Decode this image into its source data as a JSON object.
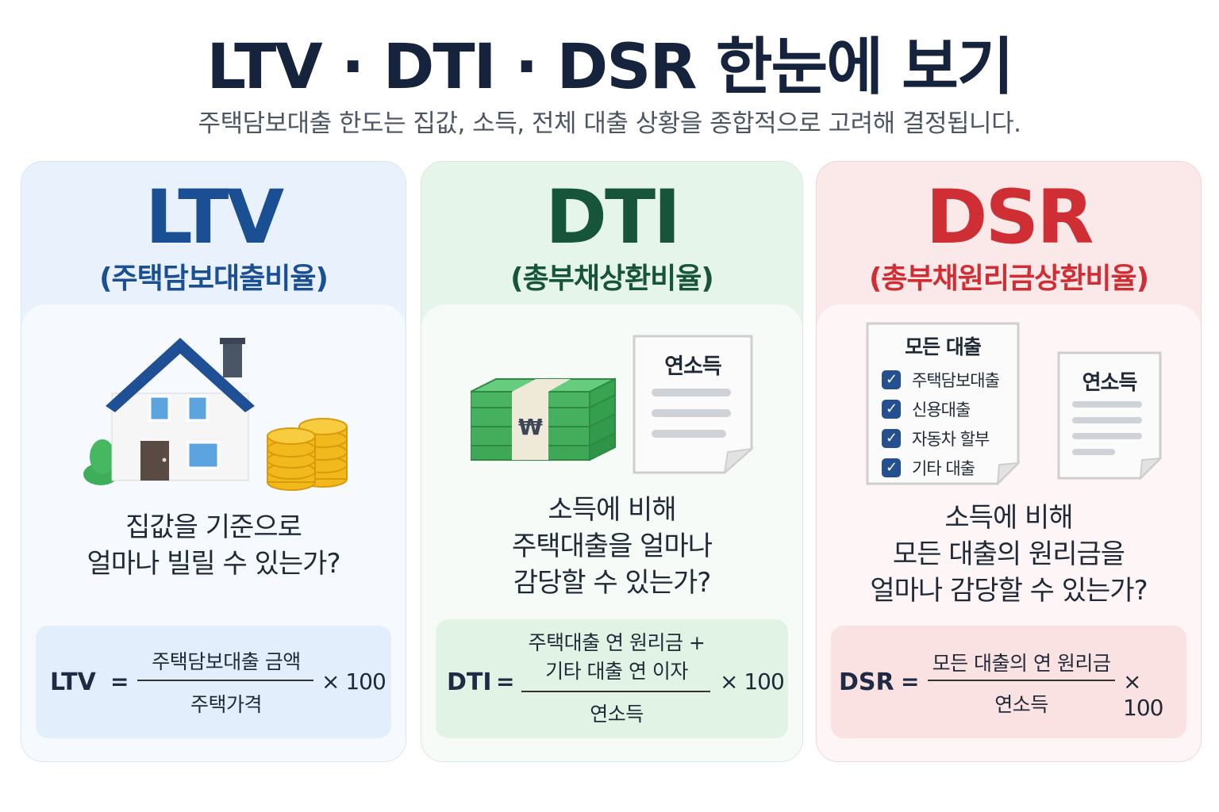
{
  "header": {
    "title": "LTV · DTI · DSR 한눈에 보기",
    "subtitle": "주택담보대출 한도는 집값, 소득, 전체 대출 상황을 종합적으로 고려해 결정됩니다."
  },
  "cards": [
    {
      "key": "ltv",
      "heading": "LTV",
      "subheading": "(주택담보대출비율)",
      "color": "#1a4f93",
      "question": [
        "집값을 기준으로",
        "얼마나 빌릴 수 있는가?"
      ],
      "formula": {
        "lhs": "LTV",
        "eq": "=",
        "numerator": [
          "주택담보대출 금액"
        ],
        "denominator": "주택가격",
        "multiplier": "× 100"
      }
    },
    {
      "key": "dti",
      "heading": "DTI",
      "subheading": "(총부채상환비율)",
      "color": "#17553a",
      "document_label": "연소득",
      "currency_symbol": "₩",
      "question": [
        "소득에 비해",
        "주택대출을 얼마나",
        "감당할 수 있는가?"
      ],
      "formula": {
        "lhs": "DTI",
        "eq": "=",
        "numerator": [
          "주택대출 연 원리금 +",
          "기타 대출 연 이자"
        ],
        "denominator": "연소득",
        "multiplier": "× 100"
      }
    },
    {
      "key": "dsr",
      "heading": "DSR",
      "subheading": "(총부채원리금상환비율)",
      "color": "#cf2f34",
      "checklist_title": "모든 대출",
      "checklist": [
        "주택담보대출",
        "신용대출",
        "자동차 할부",
        "기타 대출"
      ],
      "document_label": "연소득",
      "question": [
        "소득에 비해",
        "모든 대출의 원리금을",
        "얼마나 감당할 수 있는가?"
      ],
      "formula": {
        "lhs": "DSR",
        "eq": "=",
        "numerator": [
          "모든 대출의 연 원리금"
        ],
        "denominator": "연소득",
        "multiplier": "× 100"
      }
    }
  ],
  "icons": [
    "house-icon",
    "coins-icon",
    "money-stack-icon",
    "document-icon",
    "checklist-icon",
    "check-icon"
  ]
}
